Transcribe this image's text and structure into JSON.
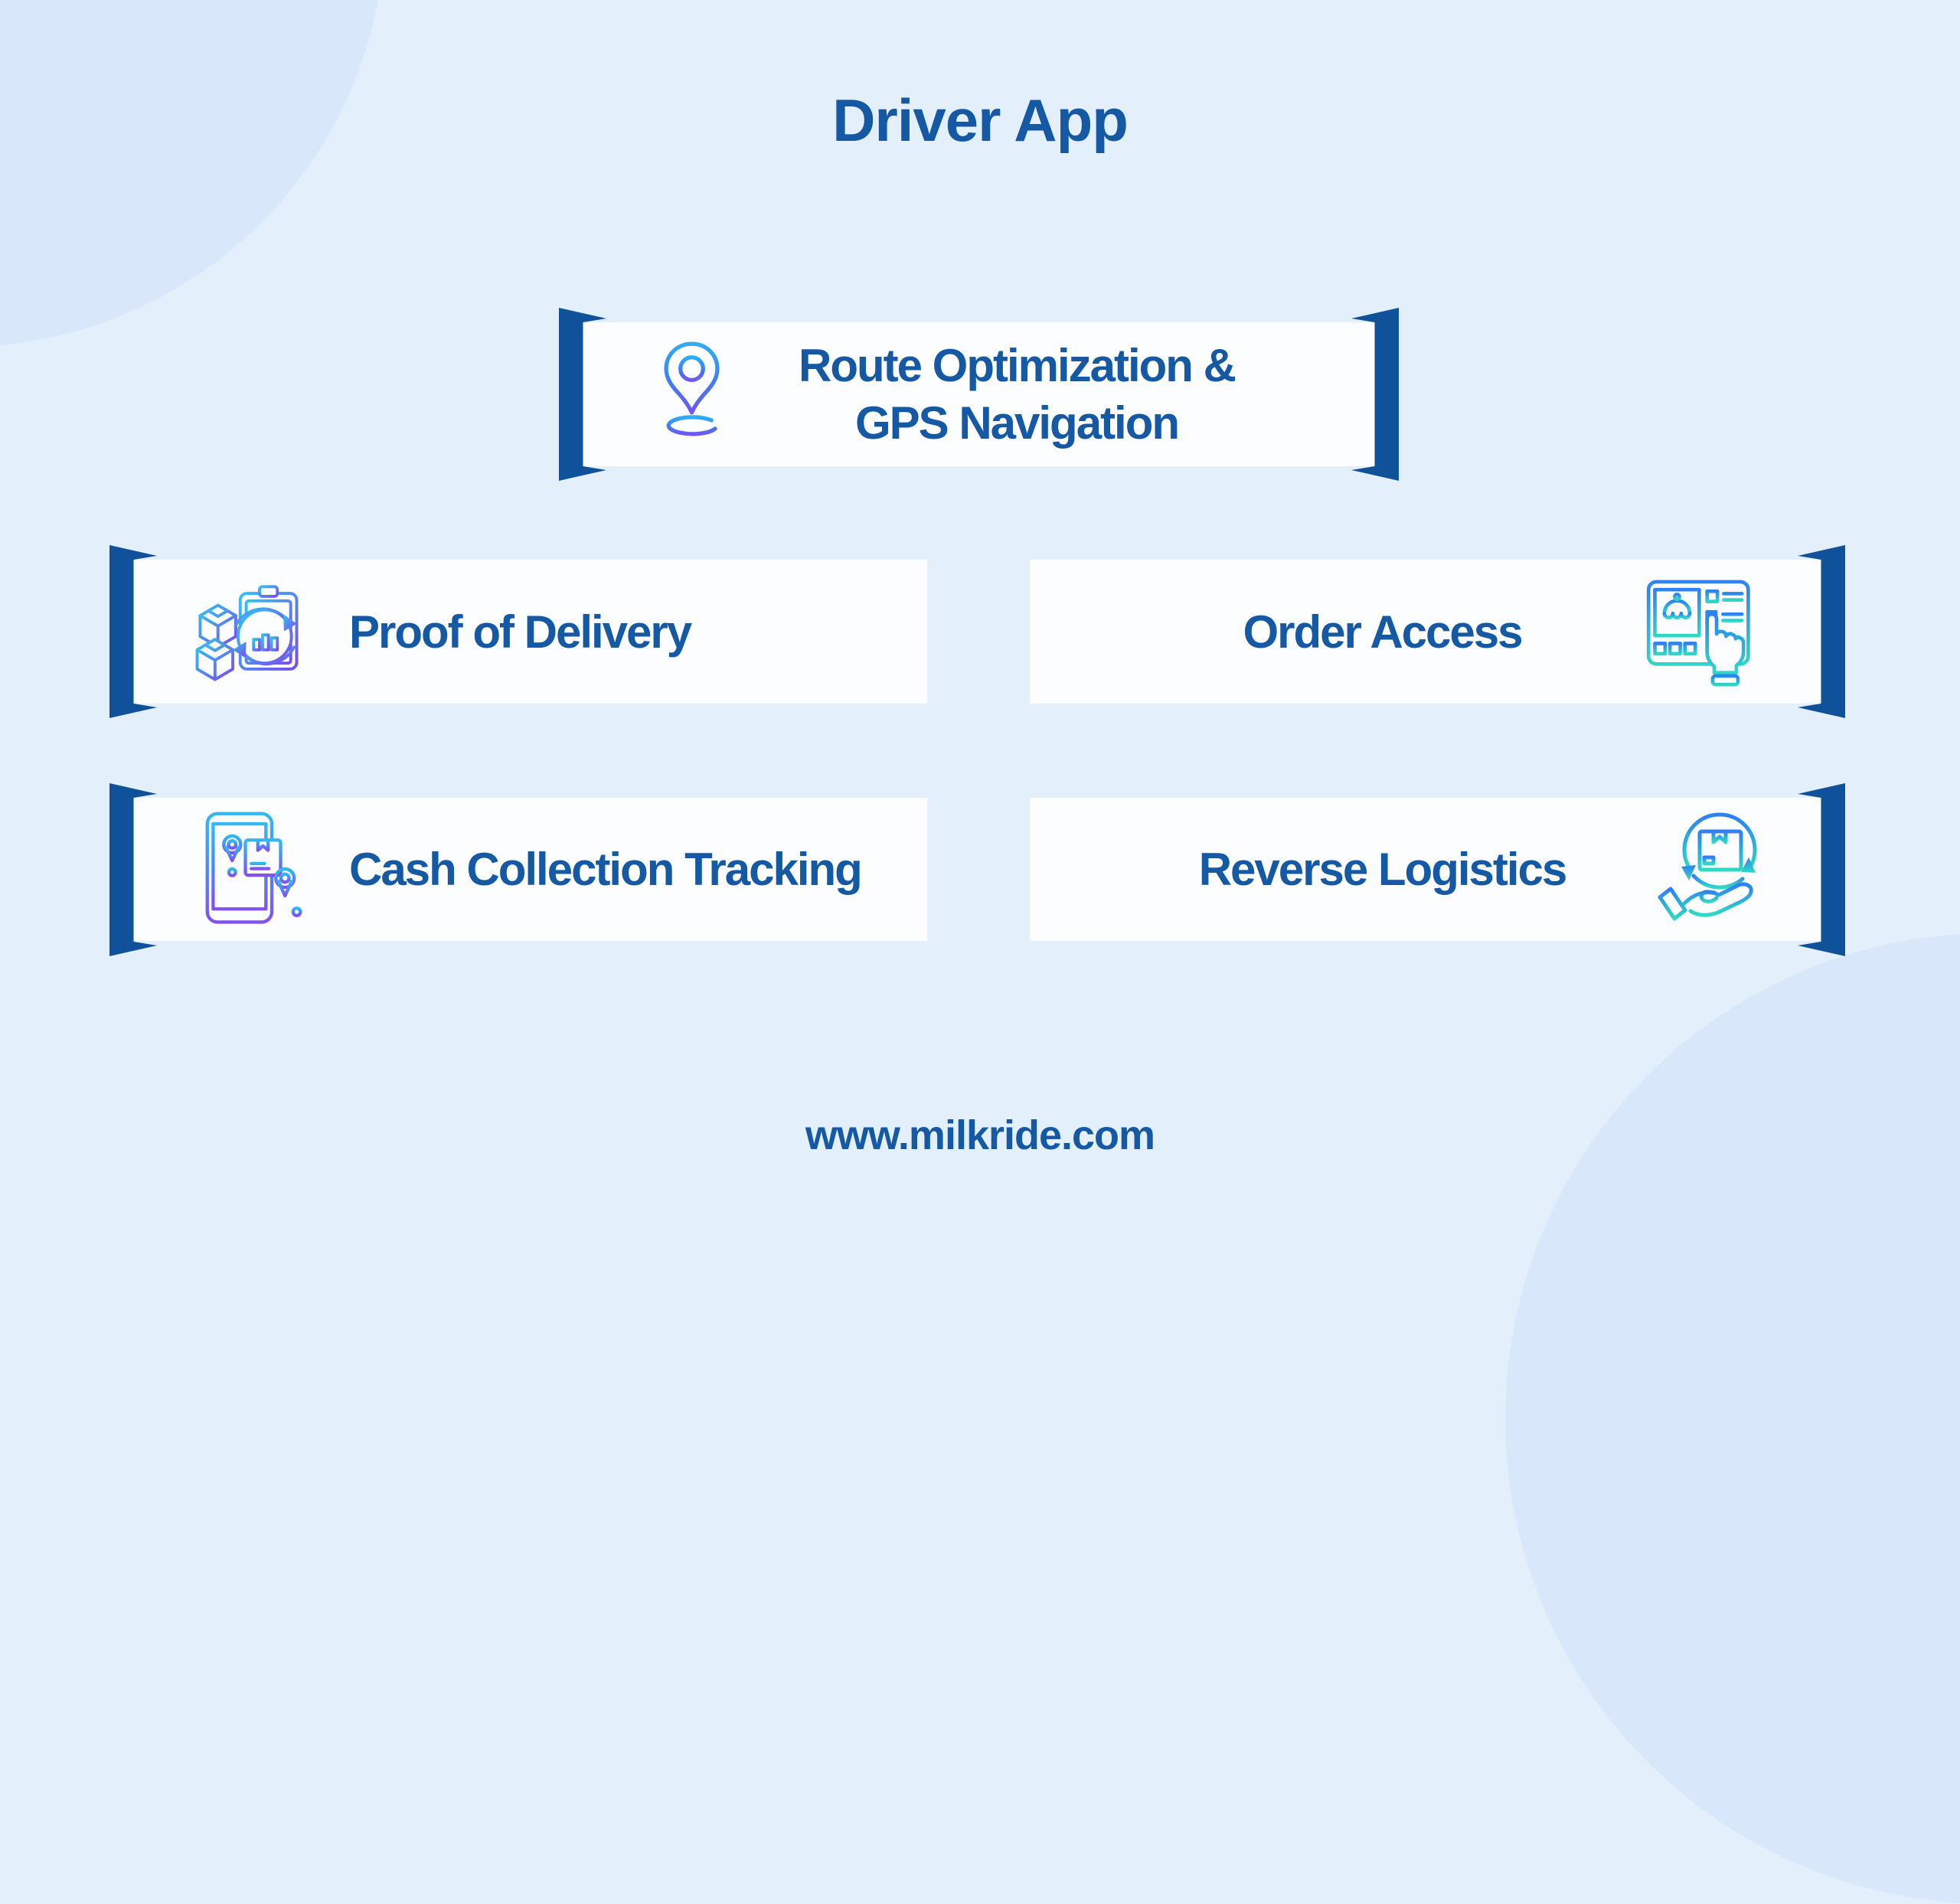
{
  "page": {
    "title": "Driver App",
    "footer_url": "www.milkride.com"
  },
  "colors": {
    "background": "#E4EFFC",
    "decor_circle": "#D8E7FA",
    "card_background": "#FCFDFE",
    "bracket_blue": "#0F5299",
    "heading_blue": "#1558A4",
    "icon_gradients": {
      "map_pin": [
        "#2FADF4",
        "#7057EF"
      ],
      "delivery_boxes": [
        "#2FC3F2",
        "#7C4BEC"
      ],
      "order_form": [
        "#2E82F2",
        "#2FD7C6"
      ],
      "phone_route": [
        "#31B9F5",
        "#8550F0"
      ],
      "reverse_logistics": [
        "#2F80F2",
        "#2FD9C4"
      ]
    }
  },
  "cards": [
    {
      "id": "route-optimization",
      "label": "Route Optimization & GPS Navigation",
      "label_lines": [
        "Route Optimization &",
        "GPS Navigation"
      ],
      "icon": "map-pin-icon"
    },
    {
      "id": "proof-of-delivery",
      "label": "Proof of Delivery",
      "icon": "delivery-boxes-icon"
    },
    {
      "id": "order-access",
      "label": "Order Access",
      "icon": "order-form-hand-icon"
    },
    {
      "id": "cash-collection-tracking",
      "label": "Cash Collection Tracking",
      "icon": "phone-route-icon"
    },
    {
      "id": "reverse-logistics",
      "label": "Reverse Logistics",
      "icon": "hand-package-arrows-icon"
    }
  ]
}
